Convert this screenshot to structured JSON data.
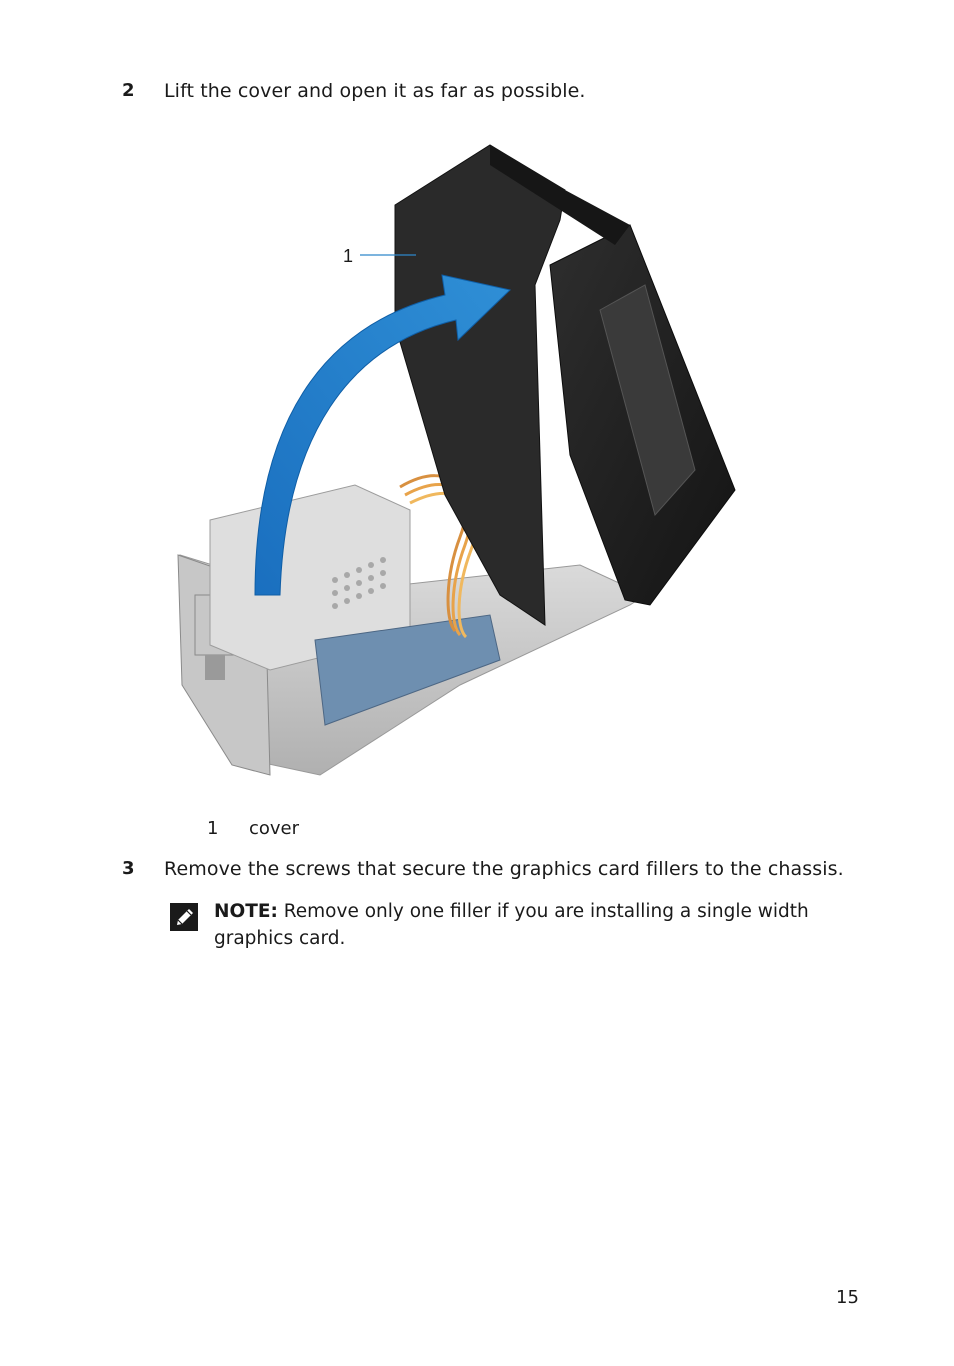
{
  "steps": [
    {
      "number": "2",
      "text": "Lift the cover and open it as far as possible."
    },
    {
      "number": "3",
      "text": "Remove the screws that secure the graphics card fillers to the chassis."
    }
  ],
  "figure": {
    "callout_marker": "1",
    "legend": [
      {
        "number": "1",
        "label": "cover"
      }
    ]
  },
  "note": {
    "label": "NOTE:",
    "text": " Remove only one filler if you are installing a single width graphics card."
  },
  "page_number": "15",
  "icons": {
    "note": "pencil-note-icon"
  },
  "colors": {
    "arrow": "#1574c4",
    "cover": "#1f1f1f",
    "chassis": "#b8b8b8"
  }
}
